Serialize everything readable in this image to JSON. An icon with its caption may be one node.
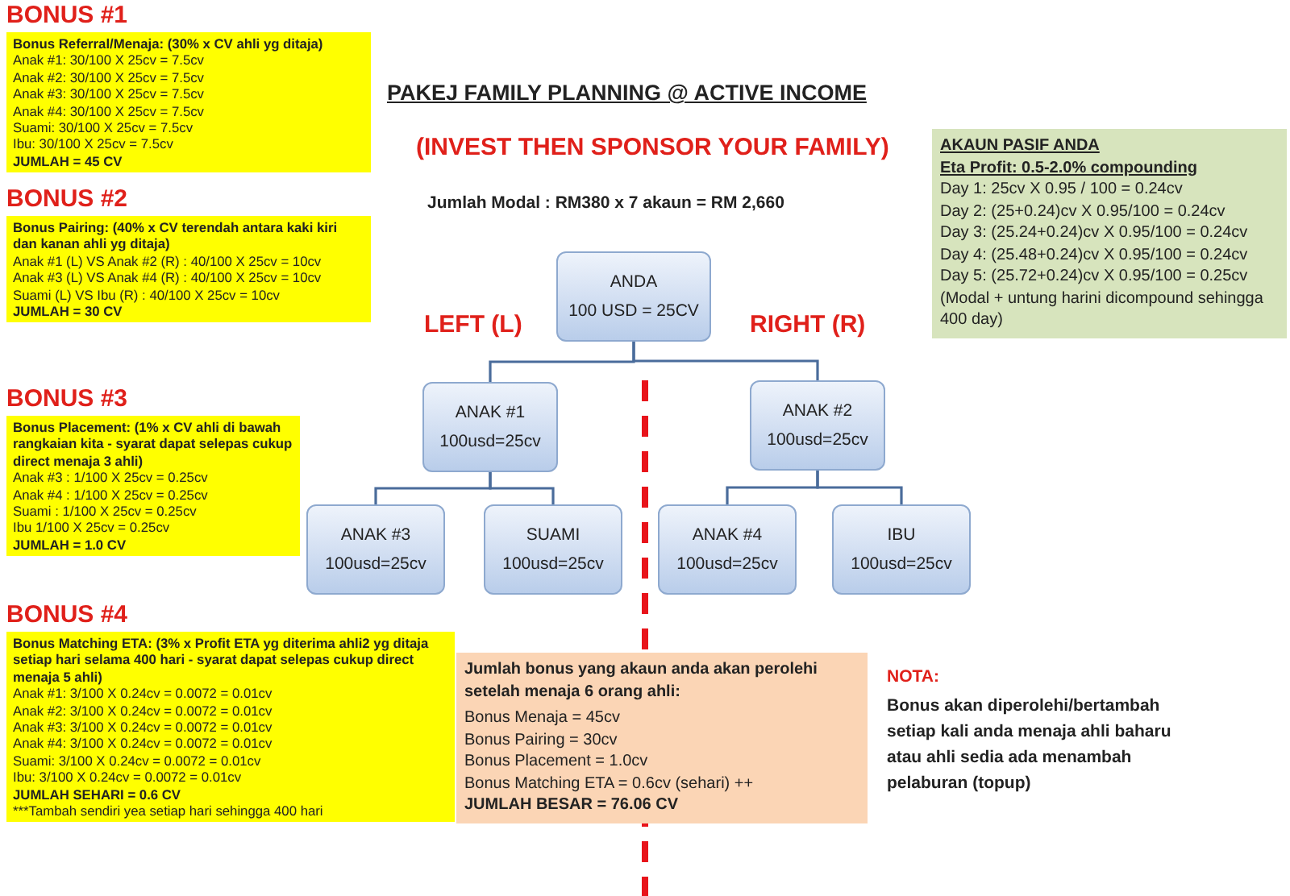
{
  "diagram": {
    "title": "PAKEJ FAMILY PLANNING @ ACTIVE INCOME",
    "nodes": [
      {
        "text": [
          "BONUS #1",
          "Bonus Referral/Menaja: (30% x CV ahli yg ditaja)",
          "Anak #1: 30/100 X 25cv = 7.5cv",
          "Anak #2: 30/100 X 25cv = 7.5cv",
          "Anak #3: 30/100 X 25cv = 7.5cv",
          "Anak #4: 30/100 X 25cv = 7.5cv",
          "Suami: 30/100 X 25cv = 7.5cv",
          "Ibu: 30/100 X 25cv = 7.5cv",
          "JUMLAH = 45 CV"
        ]
      },
      {
        "text": [
          "BONUS #2",
          "Bonus Pairing: (40% x CV terendah antara kaki kiri dan kanan ahli yg ditaja)",
          "Anak #1 (L) VS Anak #2 (R) : 40/100 X 25cv = 10cv",
          "Anak #3 (L) VS Anak #4 (R) : 40/100 X 25cv = 10cv",
          "Suami (L) VS Ibu (R) : 40/100 X 25cv = 10cv",
          "JUMLAH = 30 CV"
        ]
      },
      {
        "text": [
          "BONUS #3",
          "Bonus Placement: (1% x CV ahli di bawah rangkaian kita - syarat dapat selepas cukup direct menaja 3 ahli)",
          "Anak #3 : 1/100 X 25cv = 0.25cv",
          "Anak #4 : 1/100 X 25cv = 0.25cv",
          "Suami : 1/100 X 25cv = 0.25cv",
          "Ibu 1/100 X 25cv = 0.25cv",
          "JUMLAH = 1.0 CV"
        ]
      },
      {
        "text": [
          "BONUS #4",
          "Bonus Matching ETA: (3% x Profit ETA yg diterima ahli2 yg ditaja setiap hari selama 400 hari - syarat dapat selepas cukup direct menaja 5 ahli)",
          "Anak #1: 3/100 X 0.24cv = 0.0072 = 0.01cv",
          "Anak #2: 3/100 X 0.24cv = 0.0072 = 0.01cv",
          "Anak #3: 3/100 X 0.24cv = 0.0072 = 0.01cv",
          "Anak #4: 3/100 X 0.24cv = 0.0072 = 0.01cv",
          "Suami: 3/100 X 0.24cv = 0.0072 = 0.01cv",
          "Ibu: 3/100 X 0.24cv = 0.0072 = 0.01cv",
          "JUMLAH SEHARI = 0.6 CV",
          "***Tambah sendiri yea setiap hari sehingga 400 hari"
        ]
      },
      {
        "text": [
          "ANDA",
          "100 USD = 25CV"
        ]
      },
      {
        "text": [
          "ANAK #1",
          "100usd=25cv"
        ]
      },
      {
        "text": [
          "ANAK #2",
          "100usd=25cv"
        ]
      },
      {
        "text": [
          "ANAK #3",
          "100usd=25cv"
        ]
      },
      {
        "text": [
          "SUAMI",
          "100usd=25cv"
        ]
      },
      {
        "text": [
          "ANAK #4",
          "100usd=25cv"
        ]
      },
      {
        "text": [
          "IBU",
          "100usd=25cv"
        ]
      },
      {
        "text": [
          "AKAUN PASIF ANDA",
          "Eta Profit: 0.5-2.0% compounding",
          "Day 1: 25cv X 0.95 / 100 = 0.24cv",
          "Day 2: (25+0.24)cv X 0.95/100 = 0.24cv",
          "Day 3: (25.24+0.24)cv X 0.95/100 = 0.24cv",
          "Day 4: (25.48+0.24)cv X 0.95/100 = 0.24cv",
          "Day 5: (25.72+0.24)cv X 0.95/100 = 0.25cv",
          "(Modal + untung harini dicompound sehingga 400 day)"
        ]
      },
      {
        "text": [
          "Jumlah bonus yang akaun anda akan perolehi setelah menaja 6 orang ahli:",
          "Bonus Menaja = 45cv",
          "Bonus Pairing = 30cv",
          "Bonus Placement = 1.0cv",
          "Bonus Matching ETA = 0.6cv (sehari) ++",
          "JUMLAH BESAR = 76.06 CV"
        ]
      }
    ],
    "edges": [
      {
        "from": 4,
        "to": 5,
        "arrow": "none"
      },
      {
        "from": 4,
        "to": 6,
        "arrow": "none"
      },
      {
        "from": 5,
        "to": 7,
        "arrow": "none"
      },
      {
        "from": 5,
        "to": 8,
        "arrow": "none"
      },
      {
        "from": 6,
        "to": 9,
        "arrow": "none"
      },
      {
        "from": 6,
        "to": 10,
        "arrow": "none"
      }
    ],
    "labels": [
      "(INVEST THEN SPONSOR YOUR FAMILY)",
      "Jumlah Modal : RM380 x 7 akaun = RM 2,660",
      "LEFT (L)",
      "RIGHT (R)",
      "NOTA:",
      "Bonus akan diperolehi/bertambah setiap kali anda menaja ahli baharu atau ahli sedia ada menambah pelaburan (topup)"
    ]
  }
}
